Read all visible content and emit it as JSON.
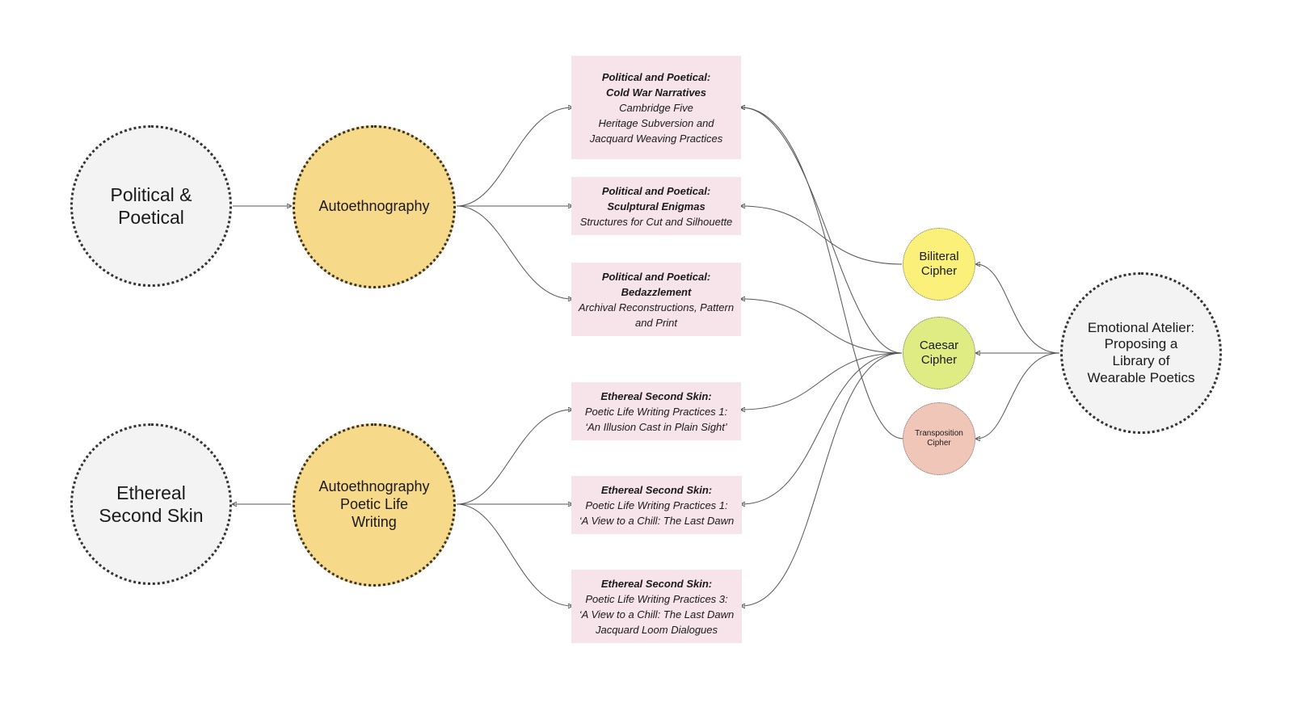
{
  "nodes": {
    "political_poetical": "Political &\nPoetical",
    "ethereal_second_skin": "Ethereal\nSecond Skin",
    "autoethnography": "Autoethnography",
    "autoethnography_plw": "Autoethnography\nPoetic Life\nWriting",
    "biliteral": "Biliteral\nCipher",
    "caesar": "Caesar\nCipher",
    "transposition": "Transposition\nCipher",
    "emotional_atelier": "Emotional Atelier:\nProposing a\nLibrary of\nWearable Poetics"
  },
  "boxes": [
    {
      "title": "Political and Poetical:\nCold War Narratives",
      "desc": "Cambridge Five\nHeritage Subversion and\nJacquard Weaving Practices"
    },
    {
      "title": "Political and Poetical:\nSculptural Enigmas",
      "desc": "Structures for Cut and Silhouette"
    },
    {
      "title": "Political and Poetical:\nBedazzlement",
      "desc": "Archival Reconstructions, Pattern\nand Print"
    },
    {
      "title": "Ethereal Second Skin:",
      "desc": "Poetic Life Writing Practices 1:\n‘An Illusion Cast in Plain Sight’"
    },
    {
      "title": "Ethereal Second Skin:",
      "desc": "Poetic Life Writing Practices 1:\n‘A View to a Chill: The Last Dawn"
    },
    {
      "title": "Ethereal Second Skin:",
      "desc": "Poetic Life Writing Practices 3:\n‘A View to a Chill: The Last Dawn\nJacquard Loom Dialogues"
    }
  ],
  "colors": {
    "outer_node": "#f3f3f3",
    "method_node": "#f7d98a",
    "box_fill": "#f7e4ea",
    "biliteral": "#fbf17a",
    "caesar": "#dfec84",
    "transposition": "#f0c6b8"
  }
}
